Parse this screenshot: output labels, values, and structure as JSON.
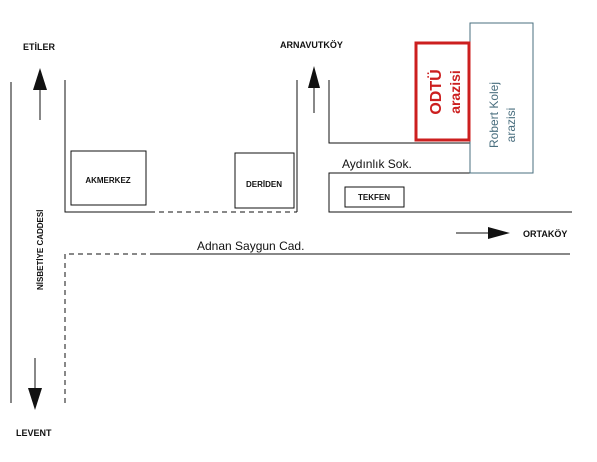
{
  "directions": {
    "etiler": "ETİLER",
    "arnavutkoy": "ARNAVUTKÖY",
    "ortakoy": "ORTAKÖY",
    "levent": "LEVENT"
  },
  "streets": {
    "nisbetiye": "NİSBETİYE CADDESİ",
    "adnan_saygun": "Adnan Saygun Cad.",
    "aydinlik": "Aydınlık Sok."
  },
  "buildings": {
    "akmerkez": "AKMERKEZ",
    "deriden": "DERİDEN",
    "tekfen": "TEKFEN"
  },
  "areas": {
    "odtu_line1": "ODTÜ",
    "odtu_line2": "arazisi",
    "robert_line1": "Robert Kolej",
    "robert_line2": "arazisi"
  },
  "colors": {
    "odtu": "#cc1f1f",
    "robert": "#4a6f7f",
    "line": "#111111"
  },
  "icons": {
    "north": "arrow-up-icon",
    "south": "arrow-down-icon",
    "east": "arrow-right-icon"
  }
}
